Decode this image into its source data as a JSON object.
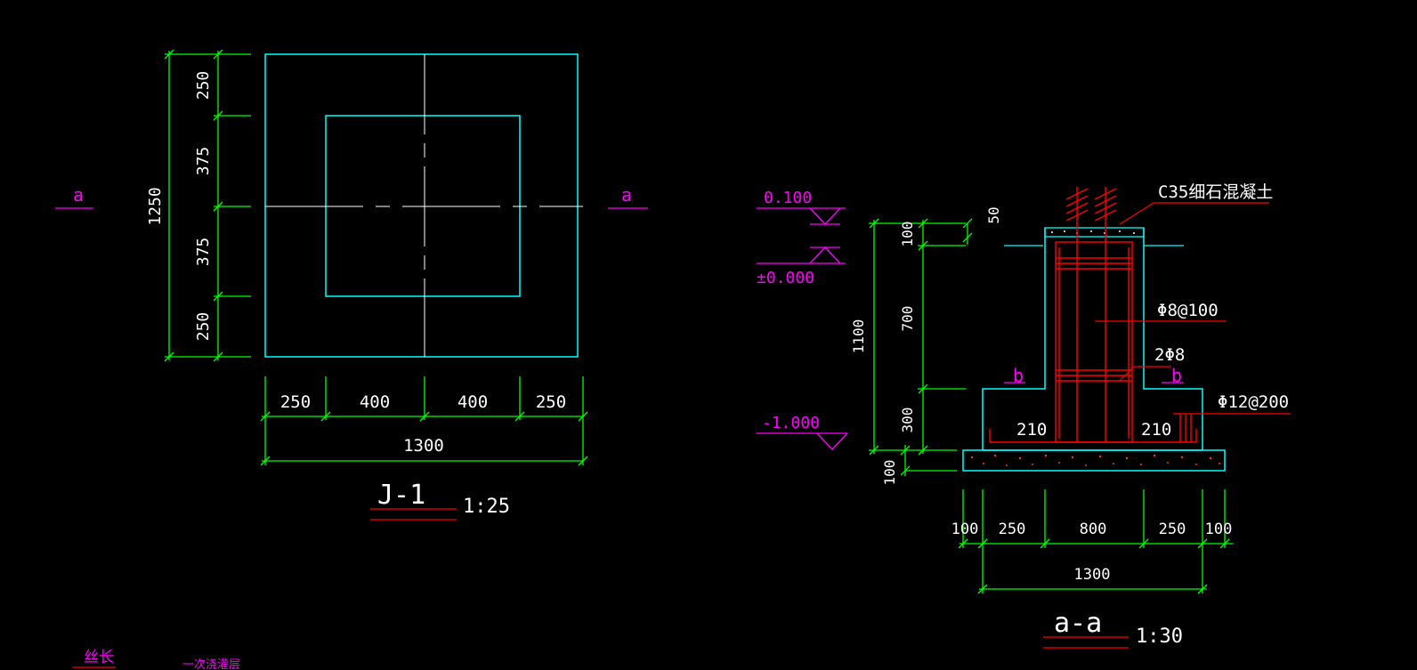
{
  "plan": {
    "dims_left": [
      "250",
      "375",
      "375",
      "250"
    ],
    "dim_total_left": "1250",
    "dims_bottom": [
      "250",
      "400",
      "400",
      "250"
    ],
    "dim_total_bottom": "1300",
    "section_mark": "a",
    "title": "J-1",
    "scale": "1:25"
  },
  "section": {
    "levels": [
      "0.100",
      "±0.000",
      "-1.000"
    ],
    "dims_left": [
      "100",
      "700",
      "300"
    ],
    "dim_total_left": "1100",
    "dim_base": "100",
    "dim_top": "50",
    "dims_bottom": [
      "100",
      "250",
      "800",
      "250",
      "100"
    ],
    "dim_total_bottom": "1300",
    "concrete_note": "C35细石混凝土",
    "rebar_stirrup": "Φ8@100",
    "rebar_pair": "2Φ8",
    "rebar_bottom": "Φ12@200",
    "edge_left": "210",
    "edge_right": "210",
    "section_mark": "b",
    "title": "a-a",
    "scale": "1:30"
  },
  "footer": {
    "left_text": "丝长",
    "right_text": "一次浇灌层"
  },
  "colors": {
    "background": "#000000",
    "outline": "#00ffff",
    "dimension": "#00ff00",
    "rebar": "#ff0000",
    "mark": "#ff00ff",
    "text": "#ffffff"
  }
}
